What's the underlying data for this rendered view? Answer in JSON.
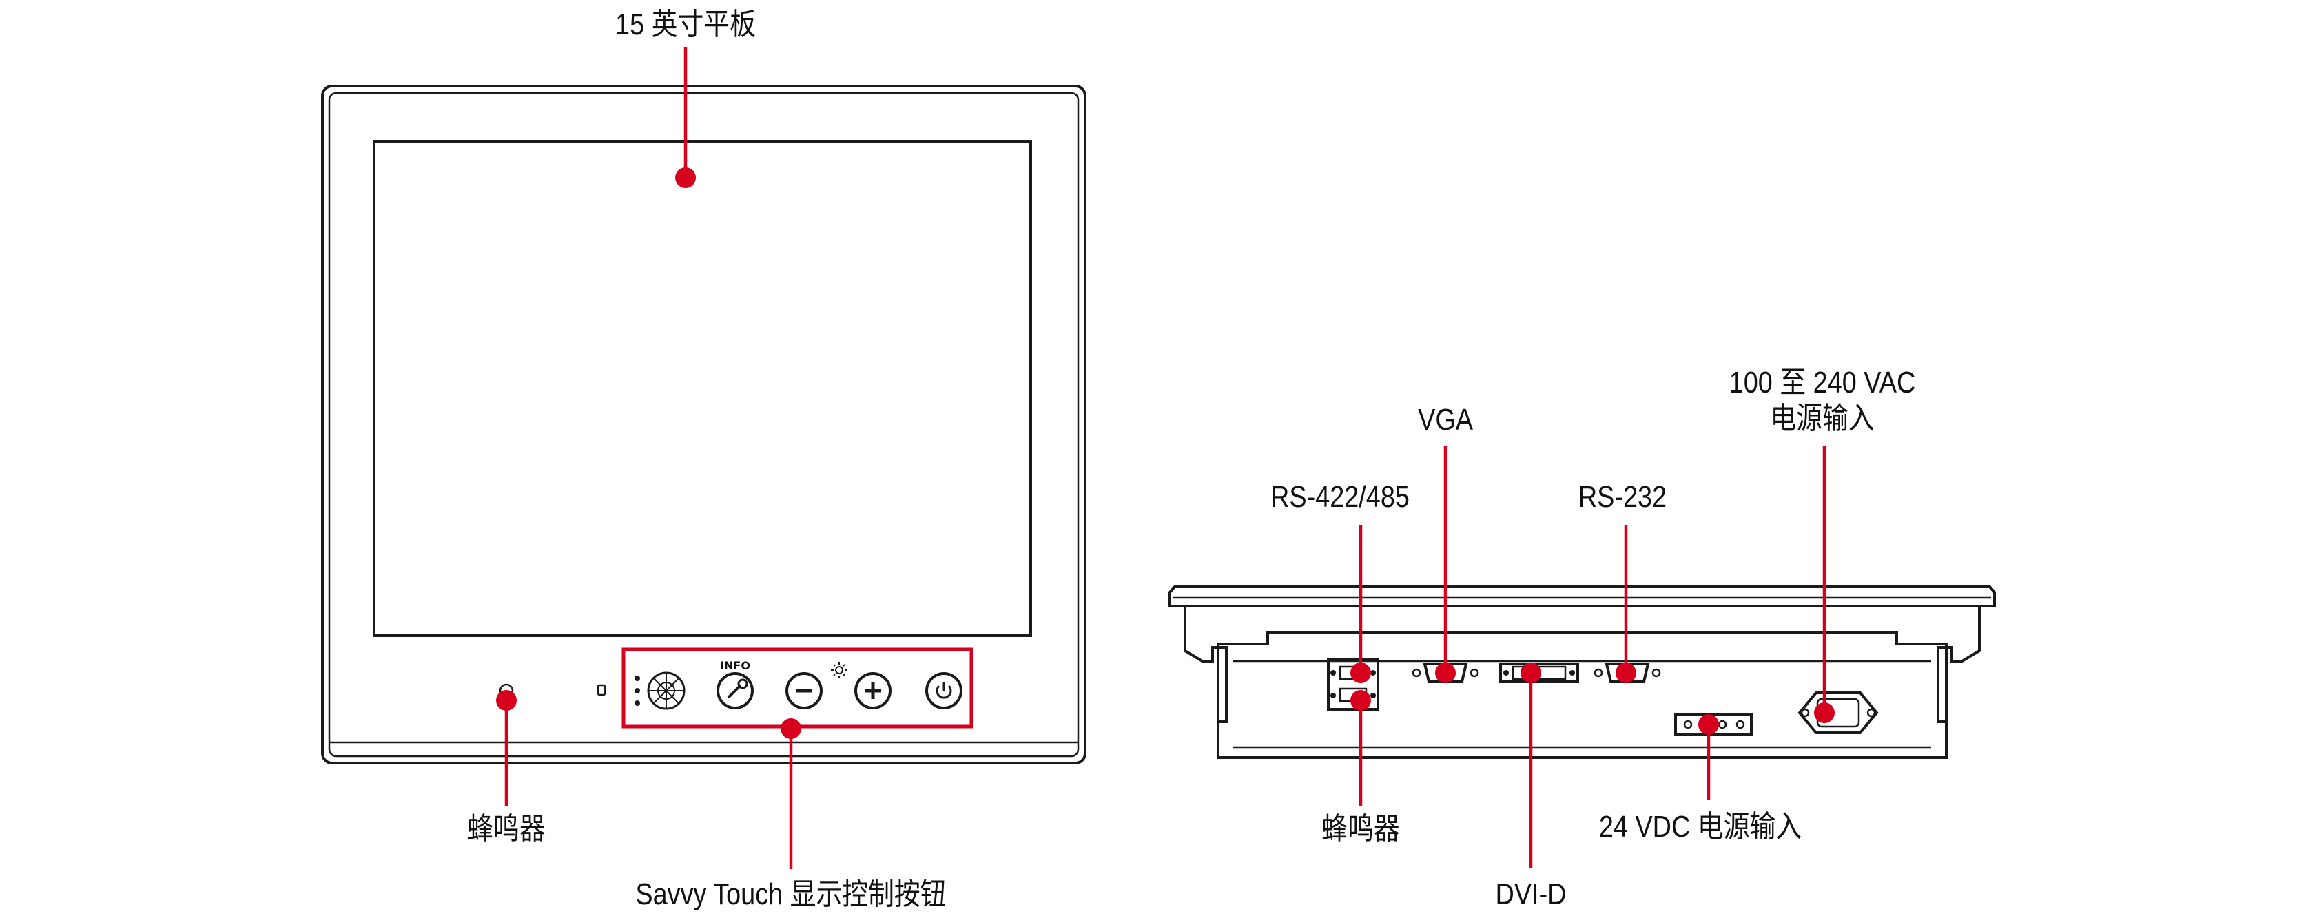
{
  "colors": {
    "accent": "#d6001c",
    "line": "#1a1a1a"
  },
  "front": {
    "panel_label": "15 英寸平板",
    "buzzer_label": "蜂鸣器",
    "controls_label": "Savvy Touch 显示控制按钮",
    "info_label": "INFO",
    "icons": [
      "brightness-sensor-icon",
      "info-wrench-icon",
      "minus-icon",
      "brightness-icon",
      "plus-icon",
      "power-icon"
    ]
  },
  "rear": {
    "vga_label": "VGA",
    "rs422_label": "RS-422/485",
    "rs232_label": "RS-232",
    "ac_label_line1": "100 至 240 VAC",
    "ac_label_line2": "电源输入",
    "buzzer_label": "蜂鸣器",
    "dvi_label": "DVI-D",
    "dc_label": "24 VDC 电源输入"
  }
}
